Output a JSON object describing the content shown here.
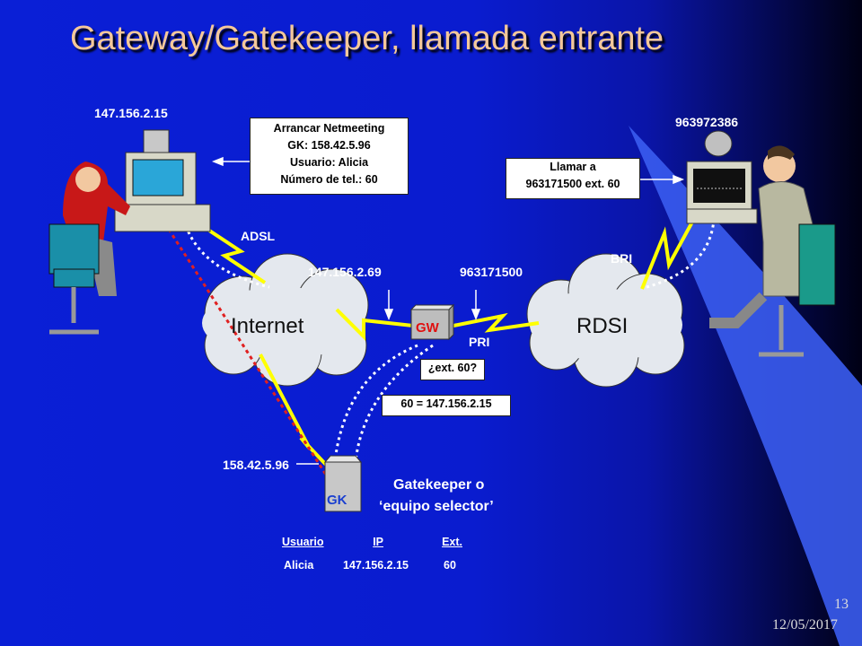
{
  "title": "Gateway/Gatekeeper, llamada entrante",
  "left_pc": {
    "ip": "147.156.2.15",
    "link": "ADSL"
  },
  "note_netmeeting": {
    "line1": "Arrancar Netmeeting",
    "line2": "GK: 158.42.5.96",
    "line3": "Usuario: Alicia",
    "line4": "Número de tel.: 60"
  },
  "right_pc": {
    "phone": "963972386",
    "link": "BRI"
  },
  "note_call": {
    "line1": "Llamar a",
    "line2": "963171500 ext. 60"
  },
  "internet": {
    "label": "Internet"
  },
  "rdsi": {
    "label": "RDSI"
  },
  "gateway": {
    "label": "GW",
    "ip": "147.156.2.69",
    "number": "963171500",
    "trunk": "PRI"
  },
  "query_box": "¿ext. 60?",
  "answer_box": "60 = 147.156.2.15",
  "gatekeeper": {
    "label": "GK",
    "ip": "158.42.5.96",
    "desc_line1": "Gatekeeper o",
    "desc_line2": "‘equipo selector’"
  },
  "table": {
    "headers": [
      "Usuario",
      "IP",
      "Ext."
    ],
    "row": [
      "Alicia",
      "147.156.2.15",
      "60"
    ]
  },
  "footer": {
    "page": "13",
    "date": "12/05/2017"
  },
  "colors": {
    "title": "#f4c89a",
    "links": "#ffff00",
    "red_path": "#e02020",
    "gw_label": "#e01010",
    "gk_label": "#1a3fd0"
  }
}
